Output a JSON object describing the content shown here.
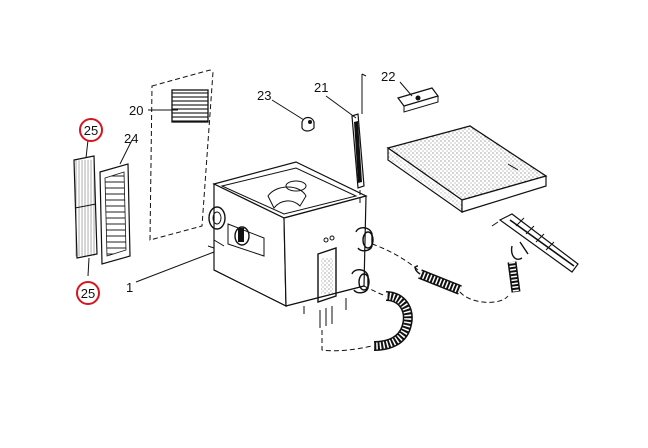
{
  "diagram": {
    "labels": {
      "p1": "1",
      "p20": "20",
      "p21": "21",
      "p22": "22",
      "p23": "23",
      "p24": "24",
      "p25_top": "25",
      "p25_bottom": "25"
    },
    "colors": {
      "line": "#111111",
      "highlight": "#d7141f",
      "background": "#ffffff"
    }
  }
}
